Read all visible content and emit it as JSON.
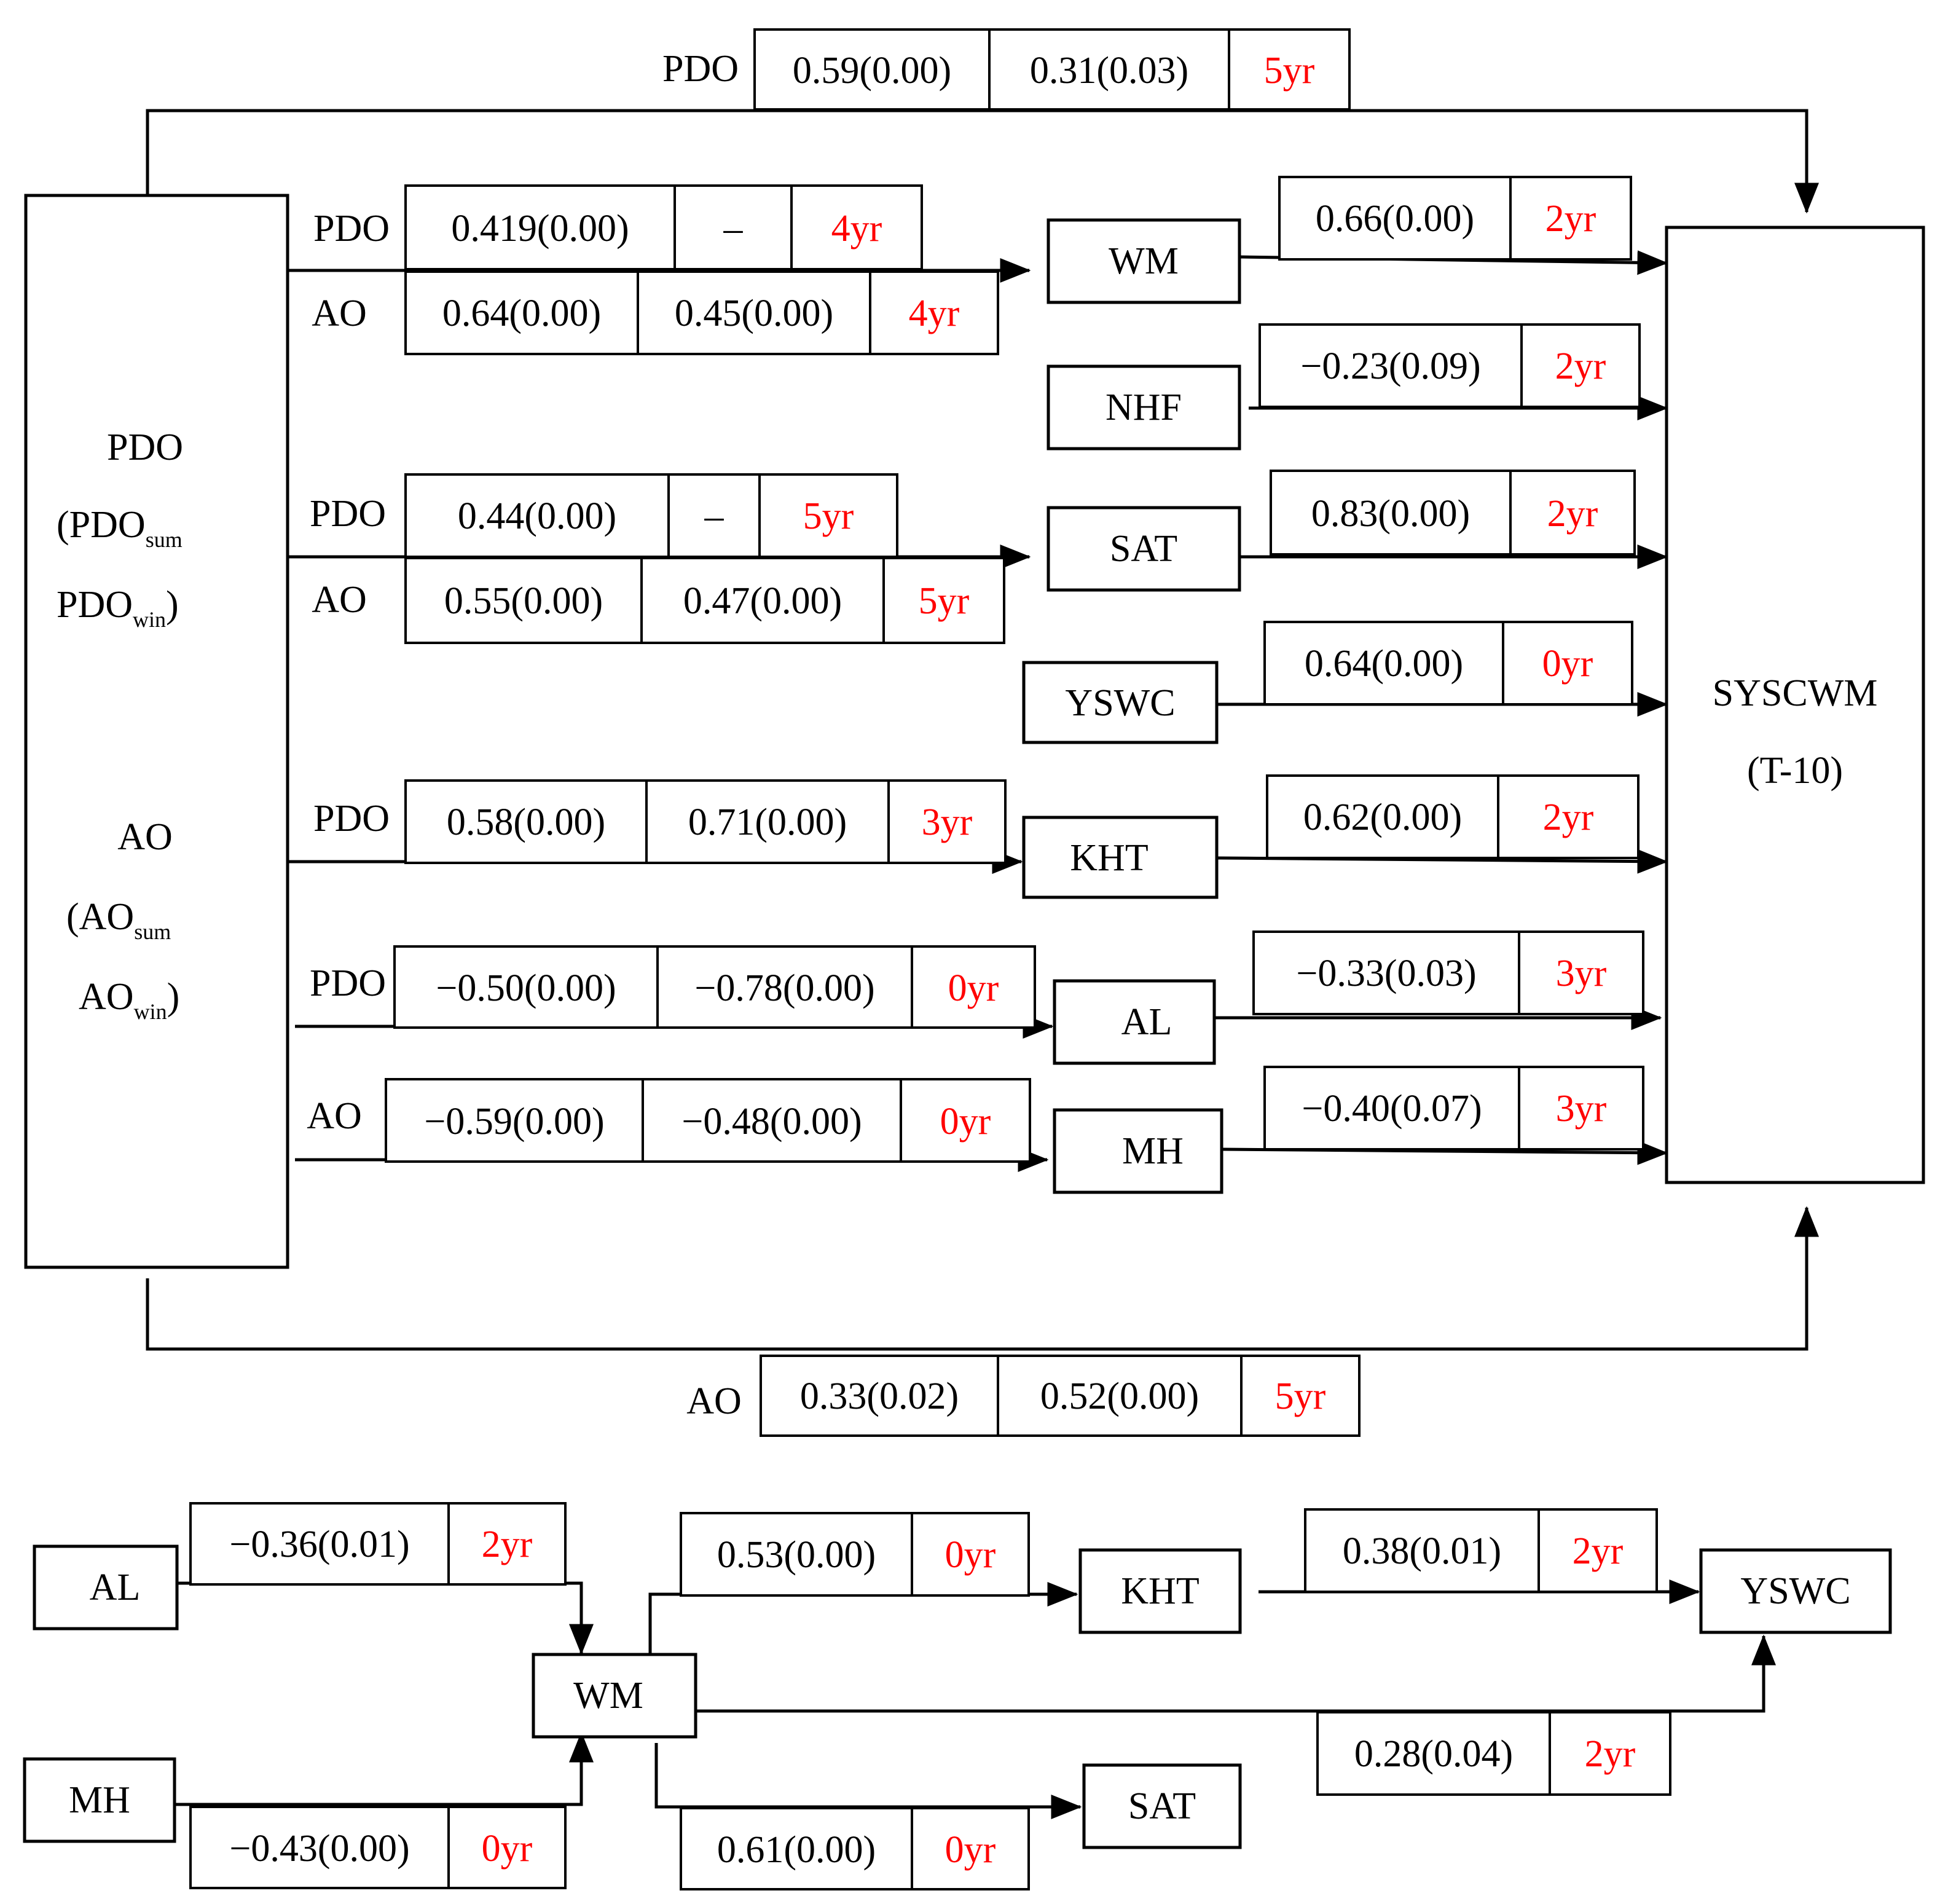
{
  "colors": {
    "line": "#000000",
    "lag_text": "#ff0000",
    "text": "#000000"
  },
  "icons": {
    "arrowhead": "filled-triangle-arrowhead"
  },
  "left_box": {
    "pdo": "PDO",
    "pdo_paren_open": "(PDO",
    "pdo_sum_sub": "sum",
    "pdo_win": "PDO",
    "pdo_win_sub": "win",
    "pdo_paren_close": ")",
    "ao": "AO",
    "ao_paren_open": "(AO",
    "ao_sum_sub": "sum",
    "ao_win": "AO",
    "ao_win_sub": "win",
    "ao_paren_close": ")"
  },
  "target_box": {
    "line1": "SYSCWM",
    "line2": "(T-10)"
  },
  "nodes": {
    "wm": "WM",
    "nhf": "NHF",
    "sat": "SAT",
    "yswc": "YSWC",
    "kht": "KHT",
    "al": "AL",
    "mh": "MH"
  },
  "top_path": {
    "label": "PDO",
    "r_sum": "0.59(0.00)",
    "r_win": "0.31(0.03)",
    "lag": "5yr"
  },
  "bottom_path": {
    "label": "AO",
    "r_sum": "0.33(0.02)",
    "r_win": "0.52(0.00)",
    "lag": "5yr"
  },
  "wm_inputs": {
    "pdo": {
      "label": "PDO",
      "r_sum": "0.419(0.00)",
      "r_win": "–",
      "lag": "4yr"
    },
    "ao": {
      "label": "AO",
      "r_sum": "0.64(0.00)",
      "r_win": "0.45(0.00)",
      "lag": "4yr"
    }
  },
  "sat_inputs": {
    "pdo": {
      "label": "PDO",
      "r_sum": "0.44(0.00)",
      "r_win": "–",
      "lag": "5yr"
    },
    "ao": {
      "label": "AO",
      "r_sum": "0.55(0.00)",
      "r_win": "0.47(0.00)",
      "lag": "5yr"
    }
  },
  "kht_input": {
    "label": "PDO",
    "r_sum": "0.58(0.00)",
    "r_win": "0.71(0.00)",
    "lag": "3yr"
  },
  "al_input": {
    "label": "PDO",
    "r_sum": "−0.50(0.00)",
    "r_win": "−0.78(0.00)",
    "lag": "0yr"
  },
  "mh_input": {
    "label": "AO",
    "r_sum": "−0.59(0.00)",
    "r_win": "−0.48(0.00)",
    "lag": "0yr"
  },
  "to_target": {
    "wm": {
      "r": "0.66(0.00)",
      "lag": "2yr"
    },
    "nhf": {
      "r": "−0.23(0.09)",
      "lag": "2yr"
    },
    "sat": {
      "r": "0.83(0.00)",
      "lag": "2yr"
    },
    "yswc": {
      "r": "0.64(0.00)",
      "lag": "0yr"
    },
    "kht": {
      "r": "0.62(0.00)",
      "lag": "2yr"
    },
    "al": {
      "r": "−0.33(0.03)",
      "lag": "3yr"
    },
    "mh": {
      "r": "−0.40(0.07)",
      "lag": "3yr"
    }
  },
  "sub_diagram": {
    "nodes": {
      "al": "AL",
      "mh": "MH",
      "wm": "WM",
      "kht": "KHT",
      "sat": "SAT",
      "yswc": "YSWC"
    },
    "al_to_wm": {
      "r": "−0.36(0.01)",
      "lag": "2yr"
    },
    "mh_to_wm": {
      "r": "−0.43(0.00)",
      "lag": "0yr"
    },
    "wm_to_kht": {
      "r": "0.53(0.00)",
      "lag": "0yr"
    },
    "wm_to_sat": {
      "r": "0.61(0.00)",
      "lag": "0yr"
    },
    "kht_to_yswc": {
      "r": "0.38(0.01)",
      "lag": "2yr"
    },
    "wm_to_yswc": {
      "r": "0.28(0.04)",
      "lag": "2yr"
    }
  }
}
